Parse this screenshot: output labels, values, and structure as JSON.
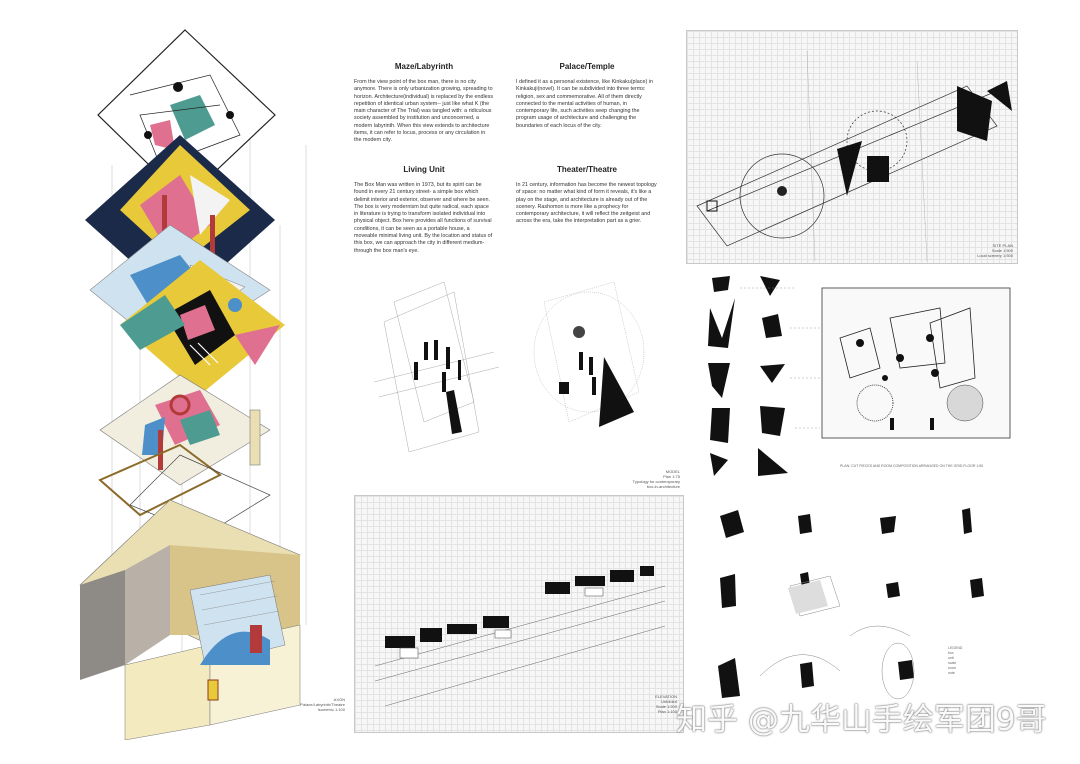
{
  "essays": [
    {
      "title": "Maze/Labyrinth",
      "body": "From the view point of the box man, there is no city anymore. There is only urbanization growing, spreading to horizon. Architecture(individual) is replaced by the endless repetition of identical urban system-- just like what K (the main character of The Trial) was tangled with: a ridiculous society assembled by institution and unconcerned, a modern labyrinth. When this view extends to architecture items, it can refer to locus, process or any circulation in the modern city."
    },
    {
      "title": "Palace/Temple",
      "body": "I defined it as a personal existence, like Kinkaku(place) in Kinkakuji(novel). It can be subdivided into three terms: religion, sex and commemorative. All of them directly connected to the mental activities of human, in contemporary life, such activities seep changing the program usage of architecture and challenging the boundaries of each locus of the city."
    },
    {
      "title": "Living Unit",
      "body": "The Box Man was written in 1973, but its spirit can be found in every 21 century street- a simple box which delimit interior and exterior, observer and where be seen. The box is very modernism but quite radical, each space in literature is trying to transform isolated individual into physical object. Box here provides all functions of survival conditions, it can be seen as a portable house, a moveable minimal living unit. By the location and status of this box, we can approach the city in different medium- through the box man's eye."
    },
    {
      "title": "Theater/Theatre",
      "body": "In 21 century, information has become the newest topology of space: no matter what kind of form it reveals, it's like a play on the stage, and architecture is already out of the scenery. Rashomon is more like a prophecy for contemporary architecture, it will reflect the zeitgeist and across the era, take the interpretation part as a grier."
    }
  ],
  "captions": {
    "axon": "AXON\nPalace/Labyrinth/Theatre\nIsometric 1:100",
    "model": "MODEL\nPlan 1:75\nTypology for contemporary\nbox-in-architecture",
    "site": "SITE PLAN\nScale 1:500\nLocal scenery 1:500",
    "elevation": "ELEVATION\nUnfolded\nScale 1:200\nPlan 1:100",
    "plan_note": "PLAN: CUT PIECES AND ROOM COMPOSITION ARRANGED ON THE GRID FLOOR 1:50",
    "legend": "LEGEND\nbox\nunit\nscale\nroom\nnote"
  },
  "watermark": "知乎 @九华山手绘军团9哥",
  "colors": {
    "pink": "#e0708f",
    "teal": "#4e9c91",
    "yellow": "#e8c93a",
    "navy": "#1c2a4a",
    "blue": "#4d8fc9",
    "red": "#b33a3a",
    "beige": "#e9dfb3",
    "sand": "#d8c489",
    "mint": "#8fcbb3"
  }
}
